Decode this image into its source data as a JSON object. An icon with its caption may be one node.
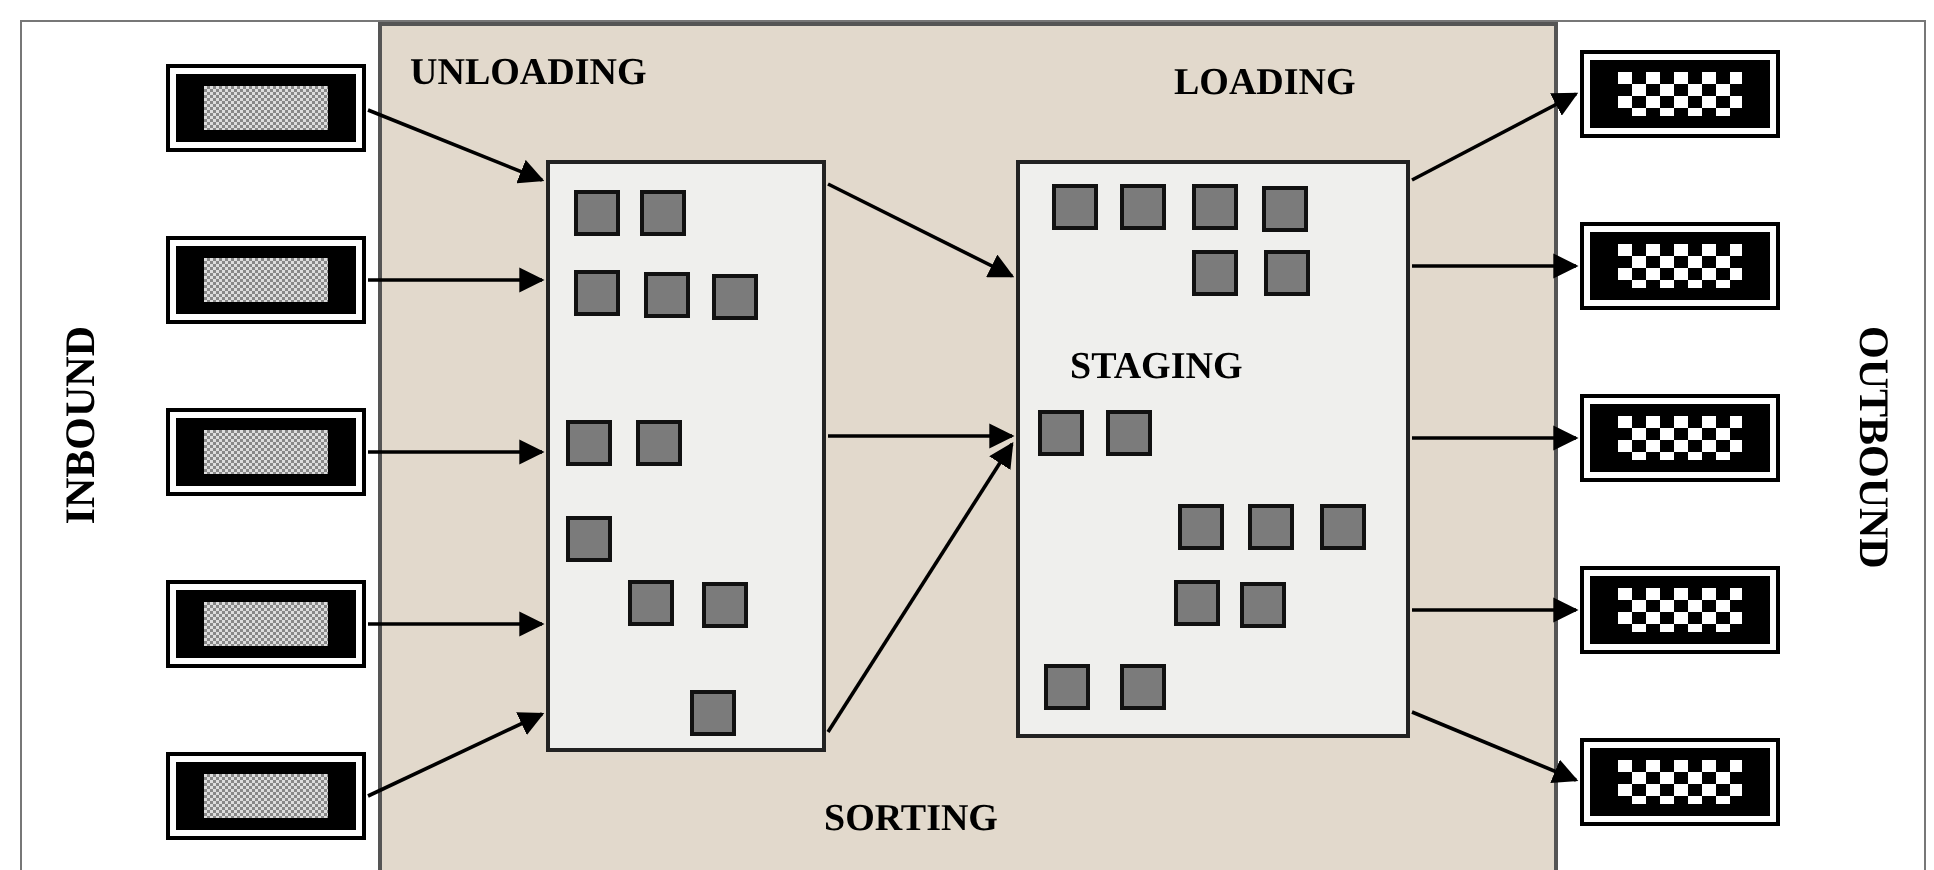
{
  "diagram": {
    "nodes": [
      {
        "text": [],
        "shape": "box"
      },
      {
        "text": [],
        "shape": "box"
      },
      {
        "text": [],
        "shape": "box"
      },
      {
        "text": [],
        "shape": "box"
      },
      {
        "text": [],
        "shape": "box"
      },
      {
        "text": [
          "SORTING"
        ]
      },
      {
        "text": [
          "STAGING"
        ]
      },
      {
        "text": [],
        "shape": "box"
      },
      {
        "text": [],
        "shape": "box"
      },
      {
        "text": [],
        "shape": "box"
      },
      {
        "text": [],
        "shape": "box"
      },
      {
        "text": [],
        "shape": "box"
      },
      {
        "text": [],
        "shape": "box",
        "in": 5
      },
      {
        "text": [],
        "shape": "box",
        "in": 5
      },
      {
        "text": [],
        "shape": "box",
        "in": 5
      },
      {
        "text": [],
        "shape": "box",
        "in": 5
      },
      {
        "text": [],
        "shape": "box",
        "in": 5
      },
      {
        "text": [],
        "shape": "box",
        "in": 5
      },
      {
        "text": [],
        "shape": "box",
        "in": 5
      },
      {
        "text": [],
        "shape": "box",
        "in": 5
      },
      {
        "text": [],
        "shape": "box",
        "in": 5
      },
      {
        "text": [],
        "shape": "box",
        "in": 5
      },
      {
        "text": [],
        "shape": "box",
        "in": 5
      },
      {
        "text": [],
        "shape": "box",
        "in": 6
      },
      {
        "text": [],
        "shape": "box",
        "in": 6
      },
      {
        "text": [],
        "shape": "box",
        "in": 6
      },
      {
        "text": [],
        "shape": "box",
        "in": 6
      },
      {
        "text": [],
        "shape": "box",
        "in": 6
      },
      {
        "text": [],
        "shape": "box",
        "in": 6
      },
      {
        "text": [],
        "shape": "box",
        "in": 6
      },
      {
        "text": [],
        "shape": "box",
        "in": 6
      },
      {
        "text": [],
        "shape": "box",
        "in": 6
      },
      {
        "text": [],
        "shape": "box",
        "in": 6
      },
      {
        "text": [],
        "shape": "box",
        "in": 6
      },
      {
        "text": [],
        "shape": "box",
        "in": 6
      },
      {
        "text": [],
        "shape": "box",
        "in": 6
      },
      {
        "text": [],
        "shape": "box",
        "in": 6
      },
      {
        "text": [],
        "shape": "box",
        "in": 6
      }
    ],
    "edges": [
      {
        "from": 0,
        "to": 5,
        "arrow": "to"
      },
      {
        "from": 1,
        "to": 5,
        "arrow": "to"
      },
      {
        "from": 2,
        "to": 5,
        "arrow": "to"
      },
      {
        "from": 3,
        "to": 5,
        "arrow": "to"
      },
      {
        "from": 4,
        "to": 5,
        "arrow": "to"
      },
      {
        "from": 5,
        "to": 6,
        "arrow": "to"
      },
      {
        "from": 5,
        "to": 6,
        "arrow": "to"
      },
      {
        "from": 5,
        "to": 6,
        "arrow": "to"
      },
      {
        "from": 6,
        "to": 7,
        "arrow": "to"
      },
      {
        "from": 6,
        "to": 8,
        "arrow": "to"
      },
      {
        "from": 6,
        "to": 9,
        "arrow": "to"
      },
      {
        "from": 6,
        "to": 10,
        "arrow": "to"
      },
      {
        "from": 6,
        "to": 11,
        "arrow": "to"
      }
    ],
    "labels": [
      "UNLOADING",
      "LOADING",
      "INBOUND",
      "OUTBOUND"
    ]
  }
}
